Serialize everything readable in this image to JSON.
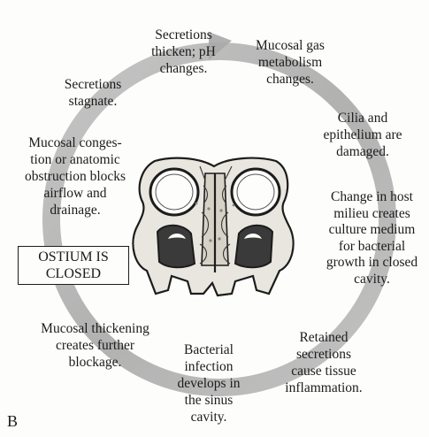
{
  "panel_label": "B",
  "center_box": "OSTIUM IS\nCLOSED",
  "cycle_steps": [
    "Secretions\nthicken; pH\nchanges.",
    "Mucosal gas\nmetabolism\nchanges.",
    "Cilia and\nepithelium are\ndamaged.",
    "Change in host\nmilieu creates\nculture medium\nfor bacterial\ngrowth in closed\ncavity.",
    "Retained\nsecretions\ncause tissue\ninflammation.",
    "Bacterial\ninfection\ndevelops in\nthe sinus\ncavity.",
    "Mucosal thickening\ncreates further\nblockage.",
    "Mucosal conges-\ntion or anatomic\nobstruction blocks\nairflow and\ndrainage.",
    "Secretions\nstagnate."
  ],
  "colors": {
    "ring": "#a9a9a9",
    "ring_light": "#c9c9c9",
    "ink": "#1c1c1c",
    "background": "#fdfdfb"
  },
  "icons": {
    "cycle": "circular-arrow",
    "anatomy": "sinus-cross-section"
  }
}
